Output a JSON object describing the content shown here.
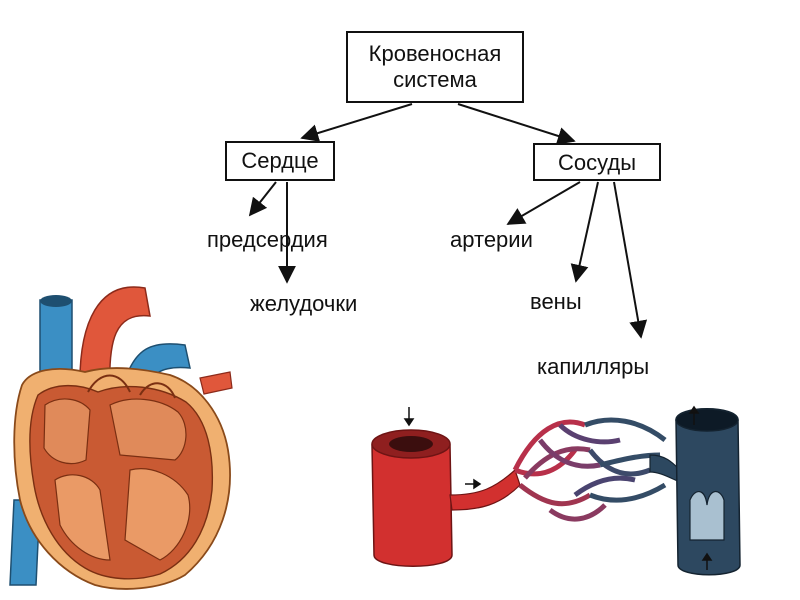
{
  "diagram": {
    "root": {
      "line1": "Кровеносная",
      "line2": "система"
    },
    "heart": {
      "label": "Сердце",
      "children": [
        "предсердия",
        "желудочки"
      ]
    },
    "vessels": {
      "label": "Сосуды",
      "children": [
        "артерии",
        "вены",
        "капилляры"
      ]
    }
  },
  "colors": {
    "artery": "#d2302f",
    "vein": "#2d4860",
    "heart_muscle": "#c95a33",
    "heart_outer": "#f0b070",
    "aorta": "#e0573b",
    "vena_cava": "#3b8fc4"
  }
}
